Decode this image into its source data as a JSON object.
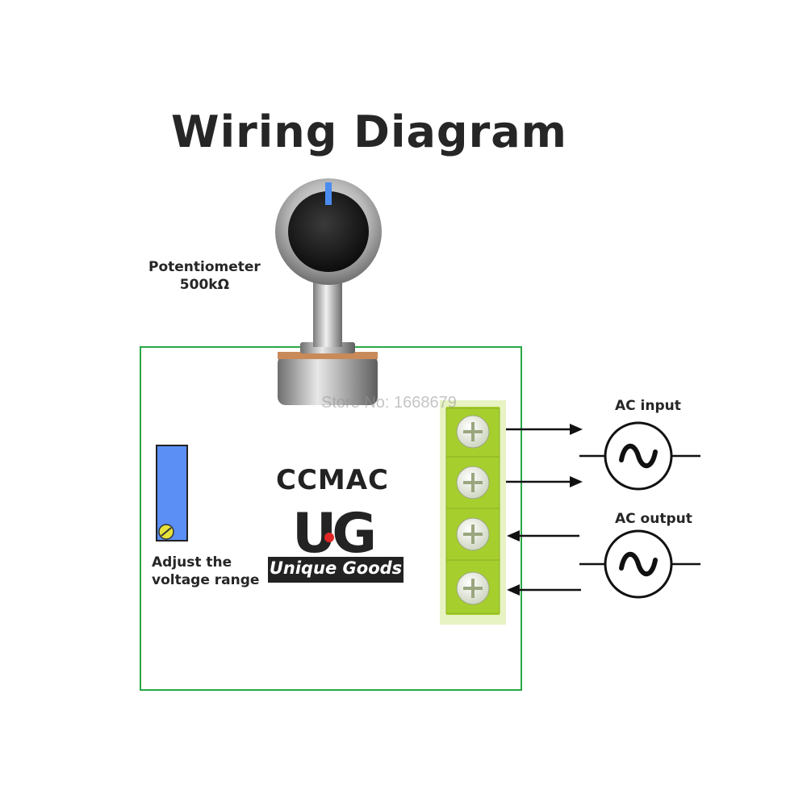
{
  "title": "Wiring Diagram",
  "potentiometer": {
    "line1": "Potentiometer",
    "line2": "500kΩ"
  },
  "trimmer_label": {
    "line1": "Adjust the",
    "line2": "voltage range"
  },
  "module_name": "CCMAC",
  "logo": {
    "letters": "UG",
    "tagline": "Unique Goods"
  },
  "watermark": "Store No: 1668679",
  "ac_input_label": "AC input",
  "ac_output_label": "AC output",
  "colors": {
    "board_outline": "#2aa845",
    "terminal_green": "#a6cf2e",
    "trimmer_blue": "#5b8ff5",
    "knob_indicator": "#4a8cf0",
    "text": "#262626"
  },
  "icons": [
    "knob-icon",
    "screw-icon",
    "ac-source-icon",
    "arrow-icon"
  ]
}
